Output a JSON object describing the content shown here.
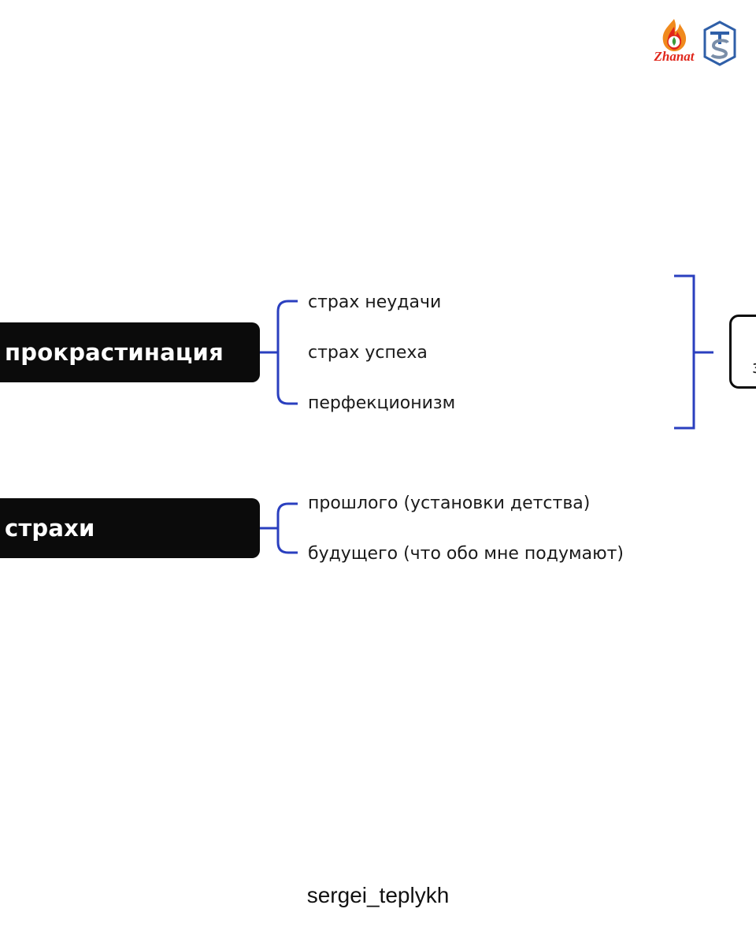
{
  "branding": {
    "logo_left_text": "Zhanat",
    "handle": "sergei_teplykh",
    "colors": {
      "bracket": "#2a3fbf",
      "node_fill": "#0b0b0b",
      "logo_red": "#e0261b",
      "logo_blue": "#2f5fa8"
    }
  },
  "diagram": {
    "nodes": {
      "procrastination": {
        "label": "прокрастинация",
        "children": [
          "страх неудачи",
          "страх успеха",
          "перфекционизм"
        ]
      },
      "fears": {
        "label": "страхи",
        "children": [
          "прошлого (установки детства)",
          "будущего (что обо мне подумают)"
        ]
      }
    },
    "cut_box_glyph": "з"
  }
}
